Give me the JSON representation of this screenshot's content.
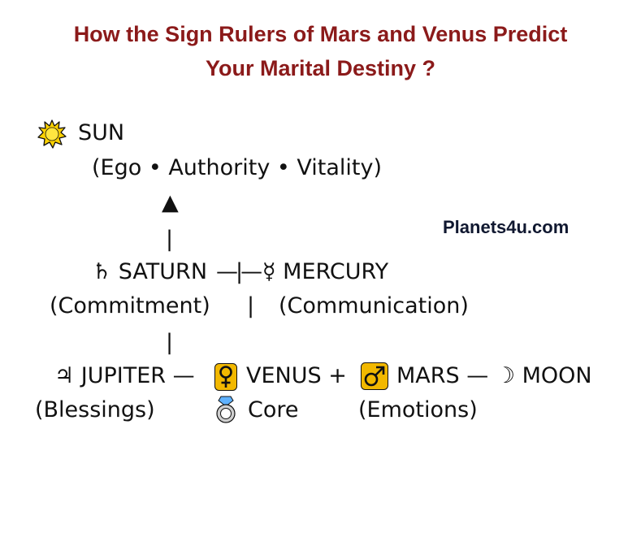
{
  "title": {
    "line1": "How the Sign Rulers of Mars and Venus Predict",
    "line2": "Your Marital Destiny ?"
  },
  "brand": "Planets4u.com",
  "colors": {
    "title": "#8b1a1a",
    "venus": "#f2b800",
    "mars": "#f2b800",
    "sun": "#ffd700"
  },
  "sun": {
    "label": "SUN",
    "subtitle": "(Ego • Authority • Vitality)",
    "icon": "sun-icon"
  },
  "arrow": "▲",
  "connectors": {
    "bar": "|"
  },
  "saturn": {
    "label": "♄ SATURN",
    "role": "(Commitment)"
  },
  "cross": "—|—",
  "mercury": {
    "label": "☿ MERCURY",
    "role": "(Communication)"
  },
  "jupiter": {
    "label": "♃ JUPITER —",
    "role": "(Blessings)"
  },
  "venus": {
    "label": "VENUS +",
    "icon": "venus-symbol-icon"
  },
  "core": {
    "label": "Core",
    "icon": "ring-icon"
  },
  "mars": {
    "label": "MARS — ☽ MOON",
    "role": "(Emotions)",
    "icon": "mars-symbol-icon"
  }
}
